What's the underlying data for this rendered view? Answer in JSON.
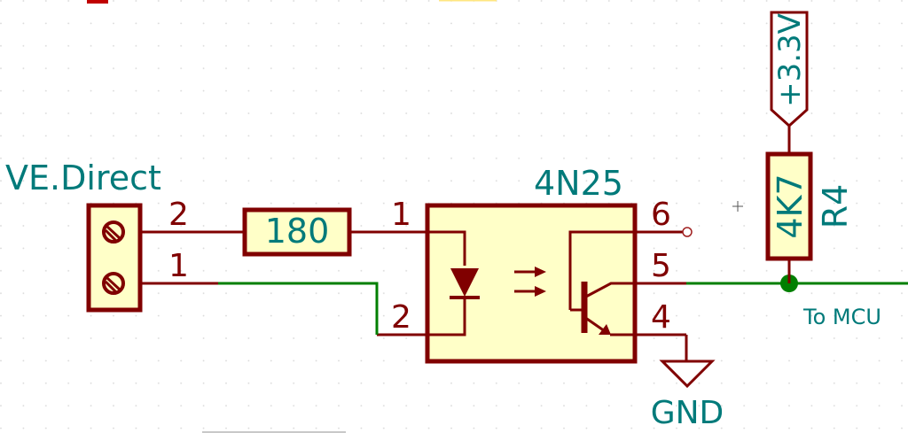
{
  "colors": {
    "body_fill": "#ffffc8",
    "symbol": "#800000",
    "wire": "#007f00",
    "text": "#007a7a",
    "junction": "#007f00"
  },
  "connector": {
    "ref": "VE.Direct",
    "pin_top": "2",
    "pin_bottom": "1"
  },
  "resistor_180": {
    "value": "180"
  },
  "optocoupler": {
    "part": "4N25",
    "pin1": "1",
    "pin2": "2",
    "pin4": "4",
    "pin5": "5",
    "pin6": "6"
  },
  "resistor_r4": {
    "ref": "R4",
    "value": "4K7"
  },
  "power": {
    "label": "+3.3V"
  },
  "ground": {
    "label": "GND"
  },
  "net_label": "To MCU"
}
